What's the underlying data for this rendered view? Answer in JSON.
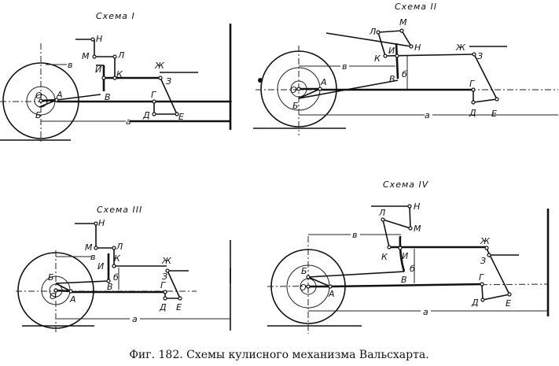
{
  "figure": {
    "caption": "Фиг. 182. Схемы кулисного механизма Вальсхарта.",
    "schemes": [
      {
        "title": "Схема I",
        "labels": {
          "O": "О",
          "A": "А",
          "B": "Б",
          "V": "В",
          "G": "Г",
          "D": "Д",
          "E": "Е",
          "Zh": "Ж",
          "Z": "З",
          "I": "И",
          "K": "К",
          "L": "Л",
          "M": "М",
          "N": "Н",
          "a": "а",
          "v": "в"
        }
      },
      {
        "title": "Схема II",
        "labels": {
          "O": "О",
          "A": "А",
          "B": "Б",
          "V": "В",
          "G": "Г",
          "D": "Д",
          "E": "Е",
          "Zh": "Ж",
          "Z": "З",
          "I": "И",
          "K": "К",
          "L": "Л",
          "M": "М",
          "N": "Н",
          "a": "а",
          "v": "в",
          "b": "б"
        }
      },
      {
        "title": "Схема III",
        "labels": {
          "O": "О",
          "A": "А",
          "B": "Б",
          "V": "В",
          "G": "Г",
          "D": "Д",
          "E": "Е",
          "Zh": "Ж",
          "Z": "З",
          "I": "И",
          "K": "К",
          "L": "Л",
          "M": "М",
          "N": "Н",
          "a": "а",
          "v": "в",
          "b": "б"
        }
      },
      {
        "title": "Схема IV",
        "labels": {
          "O": "О",
          "A": "А",
          "B": "Б",
          "V": "В",
          "G": "Г",
          "D": "Д",
          "E": "Е",
          "Zh": "Ж",
          "Z": "З",
          "I": "И",
          "K": "К",
          "L": "Л",
          "M": "М",
          "N": "Н",
          "a": "а",
          "v": "в",
          "b": "б"
        }
      }
    ]
  }
}
